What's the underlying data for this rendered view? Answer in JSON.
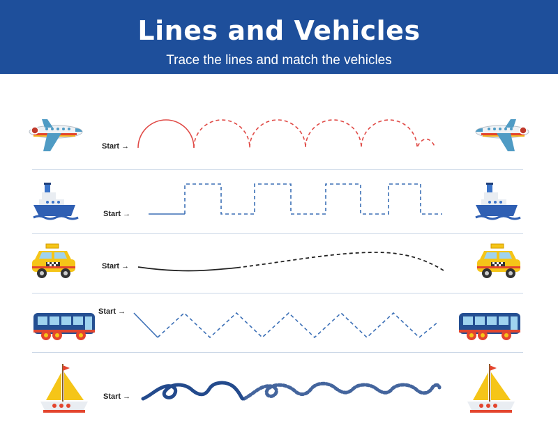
{
  "header": {
    "title": "Lines and Vehicles",
    "subtitle": "Trace the lines and match the vehicles"
  },
  "start_label": "Start",
  "rows": [
    {
      "vehicle": "airplane",
      "line": "arches"
    },
    {
      "vehicle": "ship",
      "line": "square-wave"
    },
    {
      "vehicle": "taxi",
      "line": "curve"
    },
    {
      "vehicle": "bus",
      "line": "zigzag"
    },
    {
      "vehicle": "sailboat",
      "line": "waves"
    }
  ],
  "colors": {
    "header_bg": "#1e4f9b",
    "arch_line": "#e04a46",
    "square_line": "#3b6fb6",
    "curve_line": "#222222",
    "zigzag_line": "#3b6fb6",
    "wave_line": "#234a8c"
  }
}
